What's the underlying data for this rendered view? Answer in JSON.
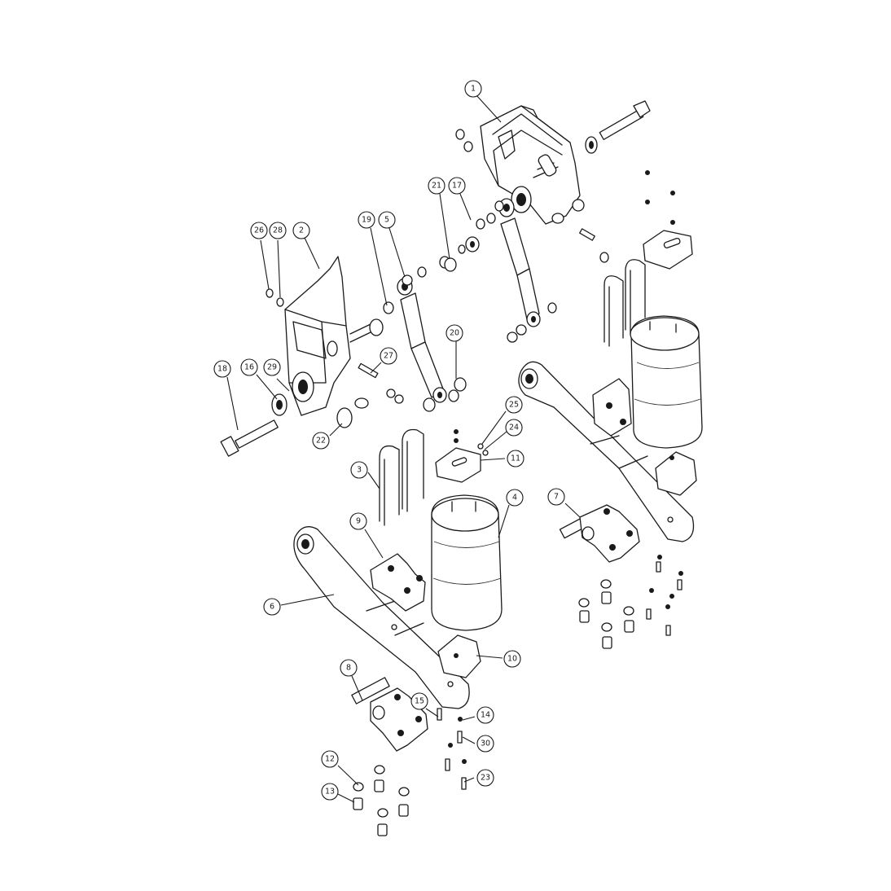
{
  "diagram": {
    "colors": {
      "line": "#1a1a1a",
      "background": "#ffffff",
      "shade": "#d9d9d9"
    },
    "callouts": [
      "1",
      "2",
      "3",
      "4",
      "5",
      "6",
      "7",
      "8",
      "9",
      "10",
      "11",
      "12",
      "13",
      "14",
      "15",
      "16",
      "17",
      "18",
      "19",
      "20",
      "21",
      "22",
      "23",
      "24",
      "25",
      "26",
      "27",
      "28",
      "29",
      "30"
    ]
  }
}
